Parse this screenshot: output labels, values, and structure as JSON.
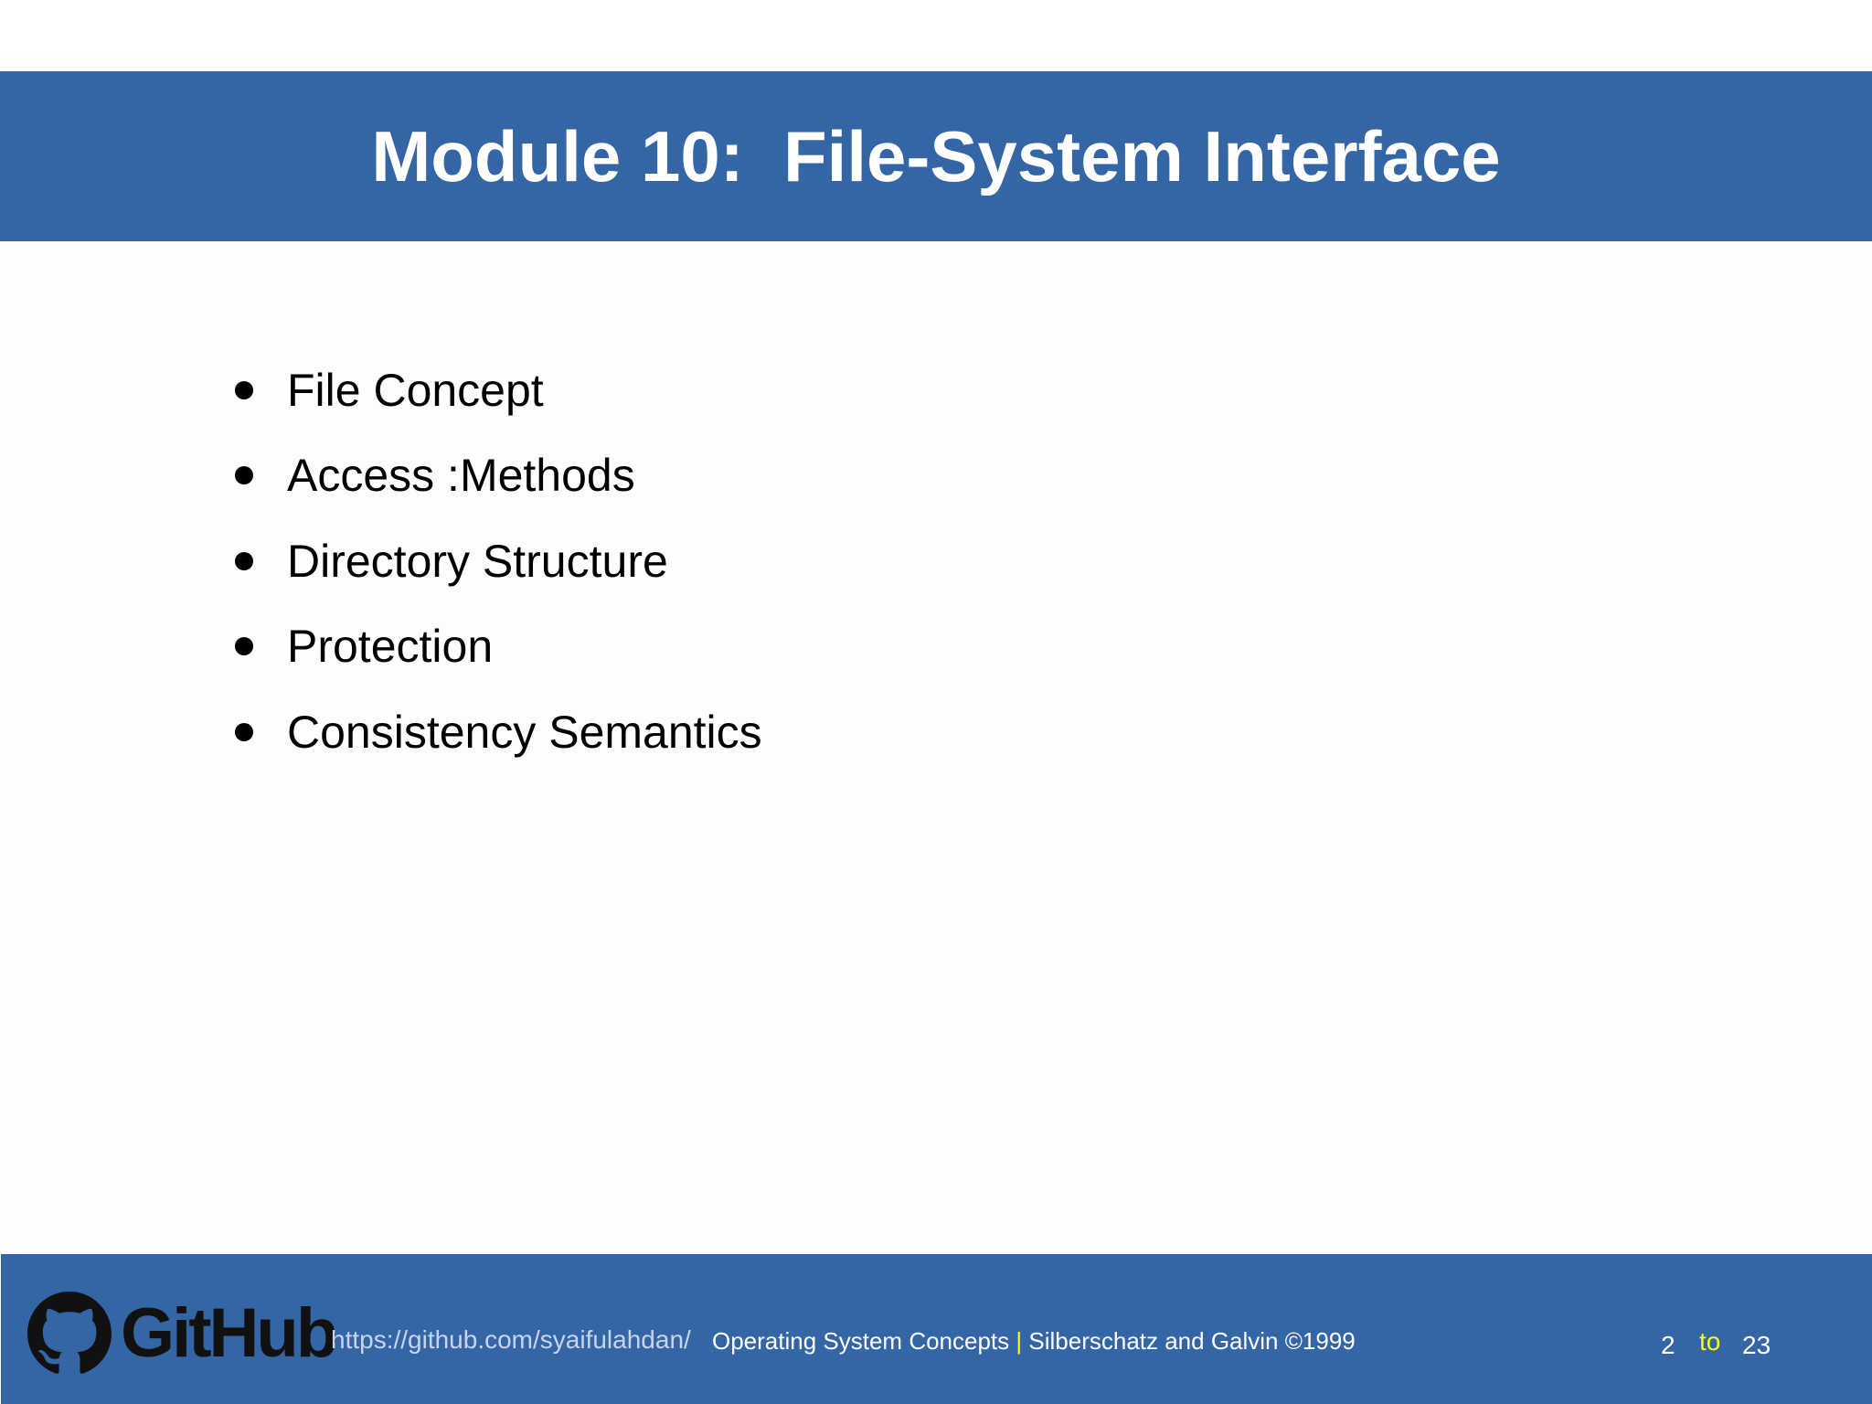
{
  "slide": {
    "title": "Module 10:  File-System Interface",
    "bullets": [
      "File Concept",
      "Access :Methods",
      "Directory Structure",
      "Protection",
      "Consistency Semantics"
    ]
  },
  "footer": {
    "logo_text": "GitHub",
    "logo_icon": "github-octocat-icon",
    "url": "https://github.com/syaifulahdan/",
    "book_title": "Operating System Concepts ",
    "separator": "|",
    "authors": " Silberschatz and Galvin ©1999",
    "page_current": "2",
    "page_to": "to",
    "page_total": "23"
  },
  "colors": {
    "bar_blue": "#3465a4",
    "separator_yellow": "#ffff00",
    "url_color": "#c8d4ee"
  }
}
